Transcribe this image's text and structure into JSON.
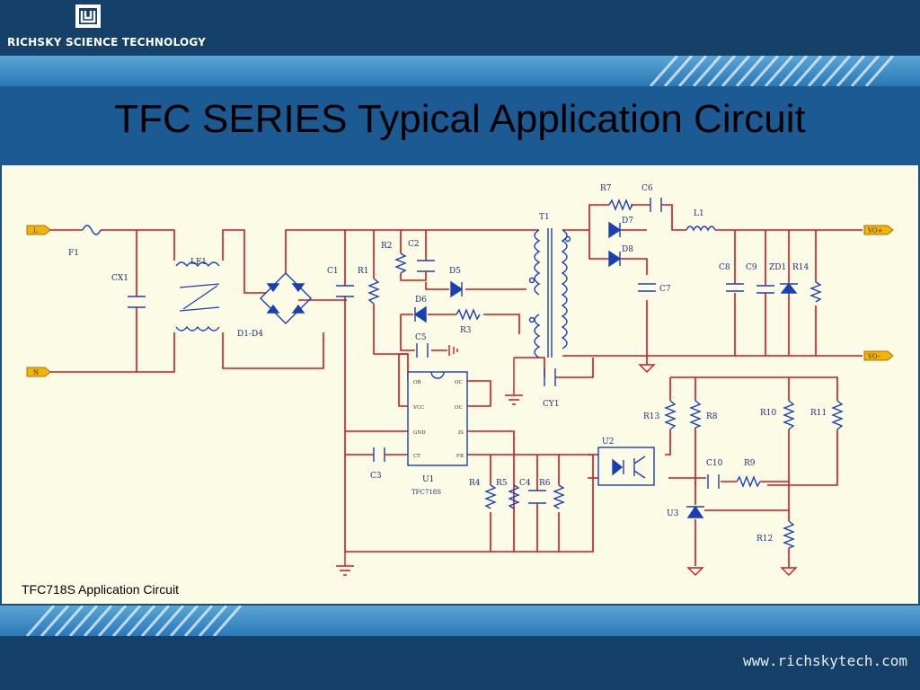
{
  "header": {
    "company": "RICHSKY SCIENCE TECHNOLOGY",
    "title": "TFC SERIES Typical Application Circuit"
  },
  "diagram": {
    "caption": "TFC718S  Application Circuit",
    "labels": {
      "L": "L",
      "N": "N",
      "F1": "F1",
      "CX1": "CX1",
      "LF1": "LF1",
      "D1D4": "D1-D4",
      "C1": "C1",
      "R1": "R1",
      "R2": "R2",
      "C2": "C2",
      "D5": "D5",
      "D6": "D6",
      "R3": "R3",
      "C5": "C5",
      "T1": "T1",
      "CY1": "CY1",
      "R7": "R7",
      "C6": "C6",
      "D7": "D7",
      "D8": "D8",
      "C7": "C7",
      "L1": "L1",
      "C8": "C8",
      "C9": "C9",
      "ZD1": "ZD1",
      "R14": "R14",
      "VOP": "VO+",
      "VON": "VO-",
      "U1": "U1",
      "U1part": "TFC718S",
      "C3": "C3",
      "R4": "R4",
      "R5": "R5",
      "C4": "C4",
      "R6": "R6",
      "U2": "U2",
      "R13": "R13",
      "R8": "R8",
      "R10": "R10",
      "R11": "R11",
      "C10": "C10",
      "R9": "R9",
      "U3": "U3",
      "R12": "R12"
    },
    "pins": {
      "OB": "OB",
      "VCC": "VCC",
      "GND": "GND",
      "CT": "CT",
      "OC1": "OC",
      "OC2": "OC",
      "IS": "IS",
      "FB": "FB"
    }
  },
  "footer": {
    "website": "www.richskytech.com"
  },
  "colors": {
    "wire": "#d01818",
    "component": "#1a3fb5",
    "label": "#1b2f74",
    "header_dark": "#14406a",
    "panel": "#fbfbe6"
  }
}
